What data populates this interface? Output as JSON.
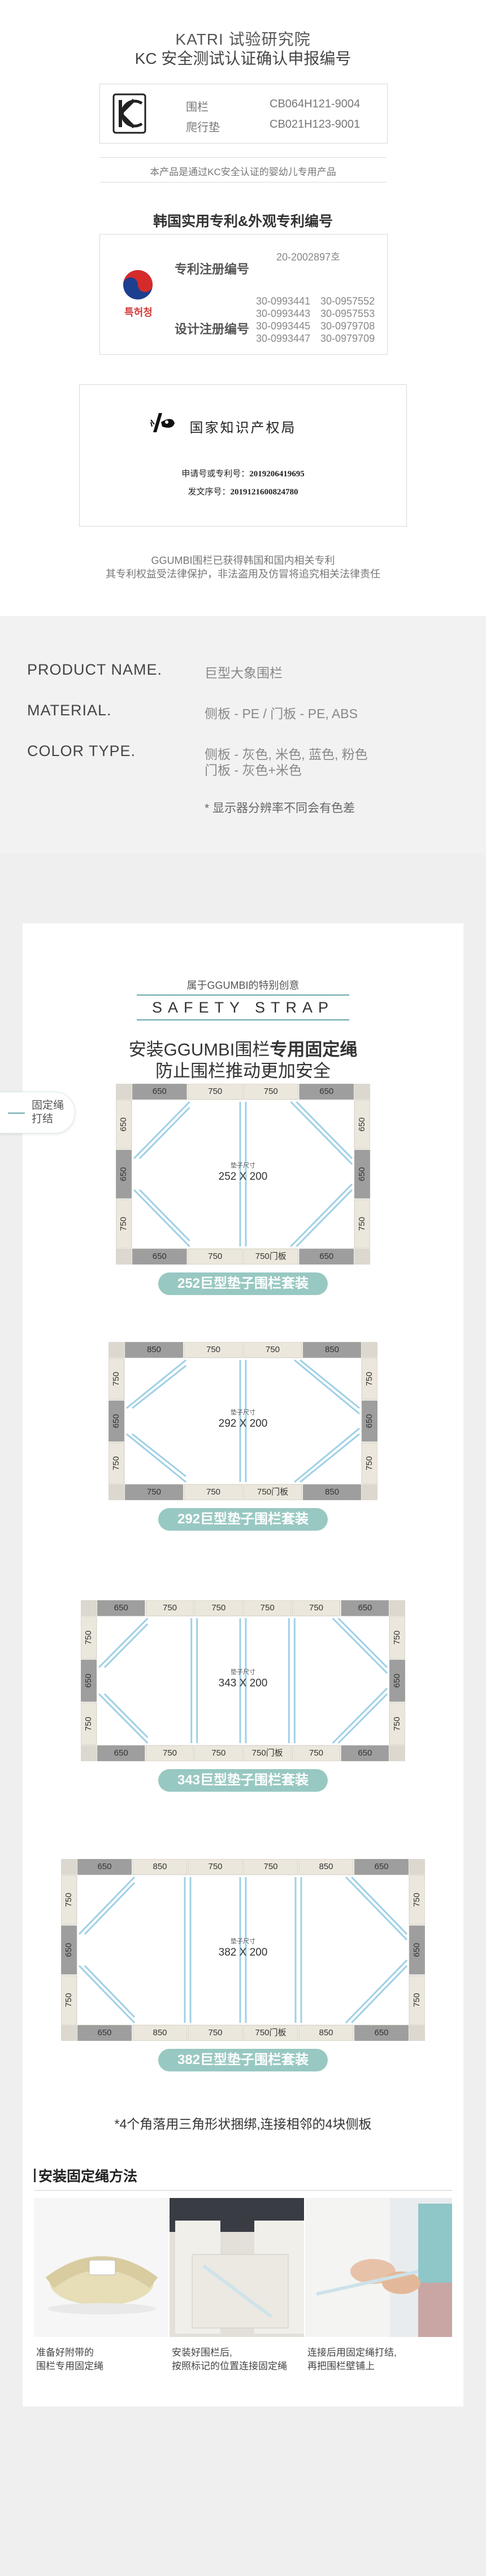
{
  "kc": {
    "title_en_cn": "KATRI 试验研究院",
    "title_cn": "KC 安全测试认证确认申报编号",
    "rows": [
      {
        "label": "围栏",
        "value": "CB064H121-9004"
      },
      {
        "label": "爬行垫",
        "value": "CB021H123-9001"
      }
    ],
    "note": "本产品是通过KC安全认证的婴幼儿专用产品"
  },
  "patent": {
    "title": "韩国实用专利&外观专利编号",
    "kipo_text": "특허청",
    "reg_label": "专利注册编号",
    "reg_value": "20-2002897호",
    "design_label": "设计注册编号",
    "design_numbers": [
      "30-0993441",
      "30-0957552",
      "30-0993443",
      "30-0957553",
      "30-0993445",
      "30-0979708",
      "30-0993447",
      "30-0979709"
    ]
  },
  "cn_patent": {
    "title": "国家知识产权局",
    "line1_label": "申请号或专利号：",
    "line1_value": "2019206419695",
    "line2_label": "发文序号：",
    "line2_value": "2019121600824780",
    "note1": "GGUMBI围栏已获得韩国和国内相关专利",
    "note2": "其专利权益受法律保护，非法盗用及仿冒将追究相关法律责任"
  },
  "product_info": {
    "name_label": "PRODUCT NAME.",
    "name_value": "巨型大象围栏",
    "material_label": "MATERIAL.",
    "material_value": "侧板 - PE / 门板 - PE, ABS",
    "color_label": "COLOR TYPE.",
    "color_value_1": "侧板 - 灰色, 米色, 蓝色, 粉色",
    "color_value_2": "门板 - 灰色+米色",
    "disclaimer": "* 显示器分辨率不同会有色差"
  },
  "safety": {
    "subtitle": "属于GGUMBI的特别创意",
    "title": "SAFETY STRAP",
    "main1_a": "安装GGUMBI围栏",
    "main1_b": "专用固定绳",
    "main2": "防止围栏推动更加安全",
    "sidetab_1": "固定绳",
    "sidetab_2": "打结",
    "mat_label": "垫子尺寸",
    "sets": [
      {
        "size": "252 X 200",
        "name": "252巨型垫子围栏套装",
        "top": [
          "650",
          "750",
          "750",
          "650"
        ],
        "bottom": [
          "650",
          "750",
          "750",
          "650"
        ],
        "left": [
          "650",
          "650",
          "750"
        ],
        "right": [
          "650",
          "650",
          "750"
        ]
      },
      {
        "size": "292 X 200",
        "name": "292巨型垫子围栏套装",
        "top": [
          "850",
          "750",
          "750",
          "850"
        ],
        "bottom": [
          "750",
          "750",
          "750",
          "850"
        ],
        "left": [
          "750",
          "650",
          "750"
        ],
        "right": [
          "750",
          "650",
          "750"
        ]
      },
      {
        "size": "343 X 200",
        "name": "343巨型垫子围栏套装",
        "top": [
          "650",
          "750",
          "750",
          "750",
          "750",
          "650"
        ],
        "bottom": [
          "650",
          "750",
          "750",
          "750",
          "750",
          "650"
        ],
        "left": [
          "750",
          "650",
          "750"
        ],
        "right": [
          "750",
          "650",
          "750"
        ]
      },
      {
        "size": "382 X 200",
        "name": "382巨型垫子围栏套装",
        "top": [
          "650",
          "850",
          "750",
          "750",
          "850",
          "650"
        ],
        "bottom": [
          "650",
          "850",
          "750",
          "750",
          "850",
          "650"
        ],
        "left": [
          "750",
          "650",
          "750"
        ],
        "right": [
          "750",
          "650",
          "750"
        ]
      }
    ],
    "door_label": "750门板",
    "note": "*4个角落用三角形状捆绑,连接相邻的4块侧板",
    "howto_title": "安装固定绳方法",
    "steps": [
      {
        "line1": "准备好附带的",
        "line2": "围栏专用固定绳"
      },
      {
        "line1": "安装好围栏后,",
        "line2": "按照标记的位置连接固定绳"
      },
      {
        "line1": "连接后用固定绳打结,",
        "line2": "再把围栏壁铺上"
      }
    ]
  },
  "colors": {
    "accent": "#98c8c2",
    "strap": "#9fd0e6",
    "panel_gray": "#9e9e9e",
    "panel_beige": "#ece7dc"
  }
}
